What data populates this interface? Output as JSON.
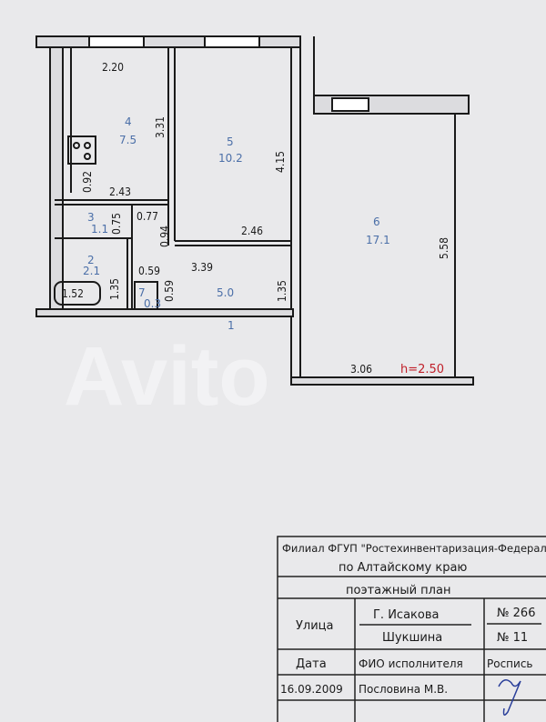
{
  "plan": {
    "rooms": [
      {
        "number": "1",
        "area": "5.0"
      },
      {
        "number": "2",
        "area": "2.1"
      },
      {
        "number": "3",
        "area": "1.1"
      },
      {
        "number": "4",
        "area": "7.5"
      },
      {
        "number": "5",
        "area": "10.2"
      },
      {
        "number": "6",
        "area": "17.1"
      },
      {
        "number": "7",
        "area": "0.3"
      }
    ],
    "dimensions": [
      "2.20",
      "3.31",
      "0.92",
      "2.43",
      "0.77",
      "0.75",
      "0.94",
      "4.15",
      "2.46",
      "3.39",
      "0.59",
      "0.59",
      "1.35",
      "1.52",
      "1.35",
      "5.58",
      "3.06"
    ],
    "ceiling_height": "h=2.50"
  },
  "watermark": "Avito",
  "stamp": {
    "org_line1": "Филиал ФГУП \"Ростехинвентаризация-Федеральное БТИ\"",
    "org_line2": "по Алтайскому краю",
    "plan_title": "поэтажный план",
    "street_label": "Улица",
    "street_1": "Г. Исакова",
    "street_2": "Шукшина",
    "number_1": "№ 266",
    "number_2": "№ 11",
    "date_label": "Дата",
    "executor_label": "ФИО исполнителя",
    "signature_label": "Роспись",
    "date": "16.09.2009",
    "executor": "Пословина М.В."
  },
  "colors": {
    "wall": "#1a1a1a",
    "room_label": "#4b6fa8",
    "height_label": "#c0202a",
    "signature": "#2a3f9a"
  }
}
